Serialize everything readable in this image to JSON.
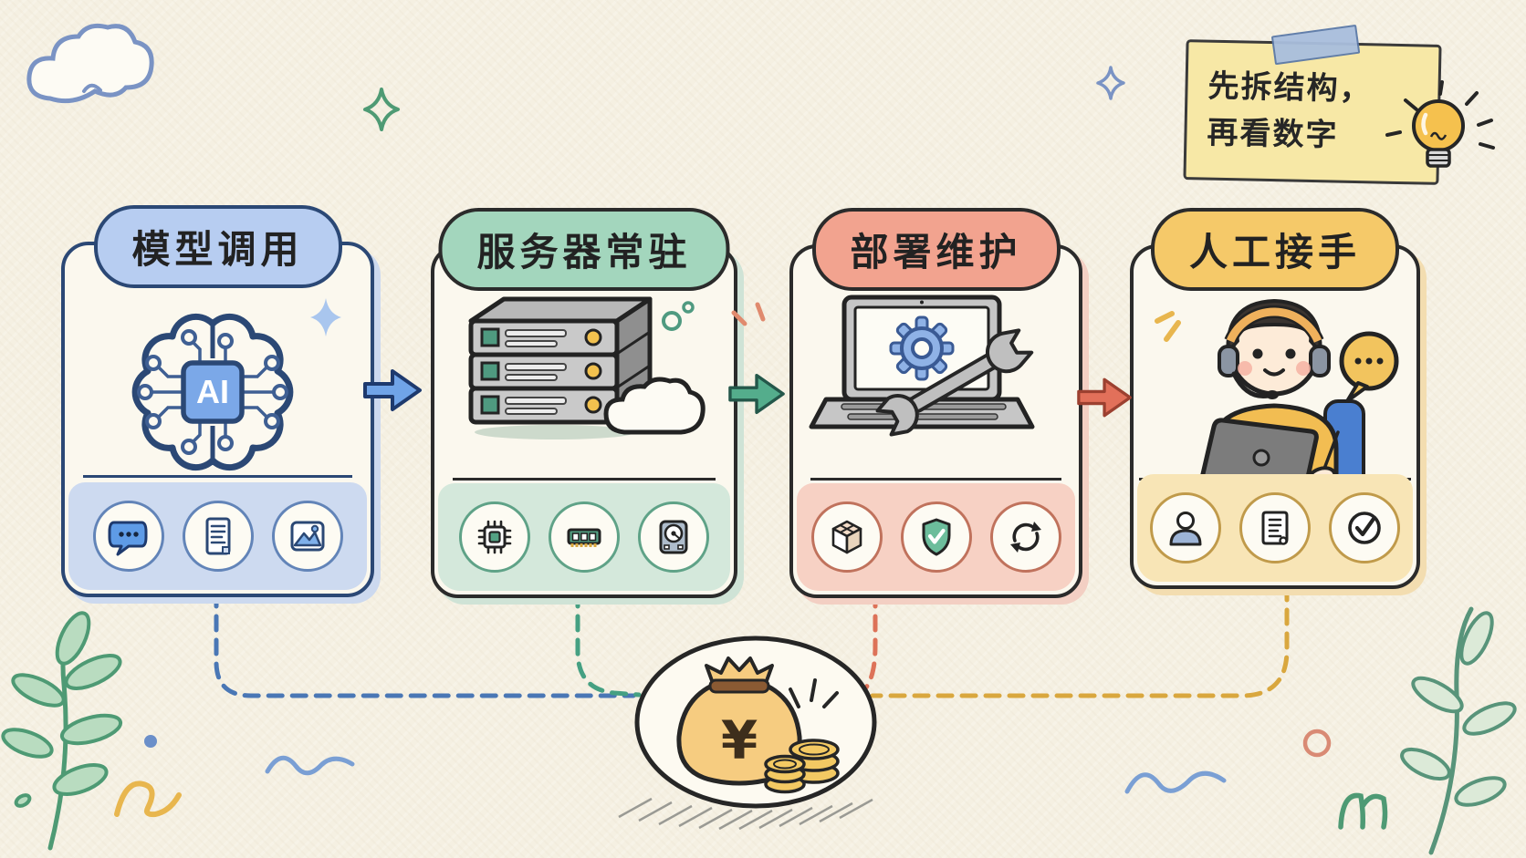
{
  "note": {
    "line1": "先拆结构，",
    "line2": "再看数字"
  },
  "cards": [
    {
      "title": "模型调用",
      "main_icon": "ai-brain",
      "badge": "AI",
      "accent": "#2b4875",
      "header_fill": "#b7cdf1",
      "tint": "#cddaf0",
      "sub_icons": [
        "chat-icon",
        "document-icon",
        "image-icon"
      ]
    },
    {
      "title": "服务器常驻",
      "main_icon": "server-stack",
      "accent": "#3f8a6d",
      "header_fill": "#a3d6bd",
      "tint": "#d4e8db",
      "sub_icons": [
        "cpu-icon",
        "ram-icon",
        "hdd-icon"
      ]
    },
    {
      "title": "部署维护",
      "main_icon": "laptop-gear-wrench",
      "accent": "#cf6d55",
      "header_fill": "#f2a38f",
      "tint": "#f7d1c4",
      "sub_icons": [
        "package-icon",
        "shield-check-icon",
        "sync-icon"
      ]
    },
    {
      "title": "人工接手",
      "main_icon": "support-agent",
      "accent": "#d9a53c",
      "header_fill": "#f5c969",
      "tint": "#f8e5b6",
      "sub_icons": [
        "user-icon",
        "document-icon",
        "check-circle-icon"
      ]
    }
  ],
  "arrows": [
    {
      "from": "模型调用",
      "to": "服务器常驻",
      "color": "#70a4e8"
    },
    {
      "from": "服务器常驻",
      "to": "部署维护",
      "color": "#54ad8c"
    },
    {
      "from": "部署维护",
      "to": "人工接手",
      "color": "#e2705a"
    }
  ],
  "connectors": [
    {
      "from": "模型调用",
      "color": "#4a77b5"
    },
    {
      "from": "服务器常驻",
      "color": "#45a082"
    },
    {
      "from": "部署维护",
      "color": "#dd7258"
    },
    {
      "from": "人工接手",
      "color": "#d9a73e"
    }
  ],
  "money": {
    "symbol": "¥"
  },
  "colors": {
    "background": "#f5f0e2",
    "card_body": "#fbf8ee",
    "outline": "#2b2b2b",
    "note_fill": "#f7e8a6"
  }
}
